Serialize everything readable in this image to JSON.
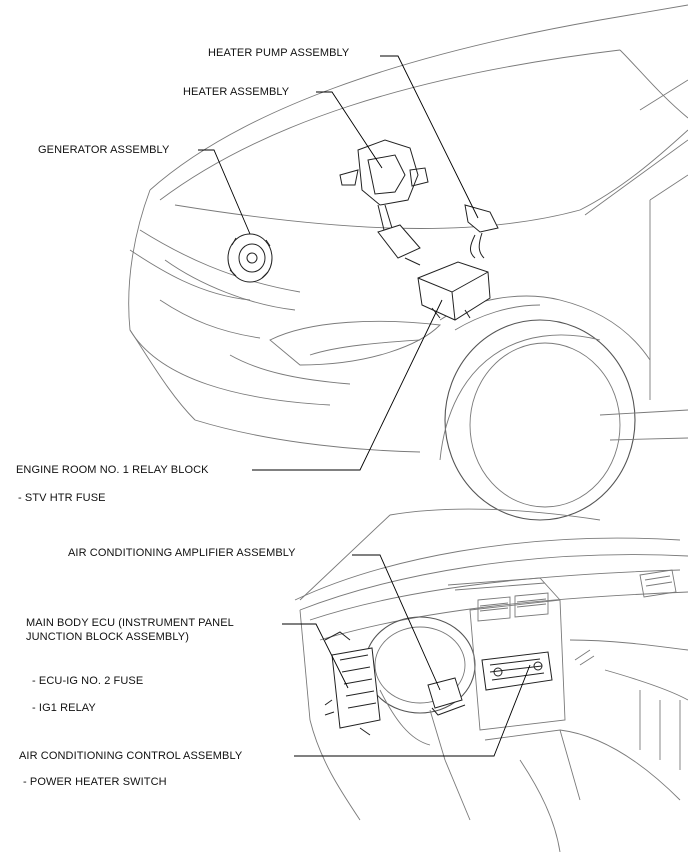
{
  "labels": {
    "heater_pump": "HEATER PUMP ASSEMBLY",
    "heater": "HEATER ASSEMBLY",
    "generator": "GENERATOR ASSEMBLY",
    "engine_relay_block": "ENGINE ROOM NO. 1 RELAY BLOCK",
    "stv_htr_fuse": "- STV HTR FUSE",
    "ac_amplifier": "AIR CONDITIONING AMPLIFIER ASSEMBLY",
    "main_body_ecu": "MAIN BODY ECU (INSTRUMENT PANEL JUNCTION BLOCK ASSEMBLY)",
    "ecu_ig_fuse": "- ECU-IG NO. 2 FUSE",
    "ig1_relay": "- IG1 RELAY",
    "ac_control": "AIR CONDITIONING CONTROL ASSEMBLY",
    "power_heater_switch": "- POWER HEATER SWITCH"
  },
  "illustrations": {
    "top": "vehicle-front-engine-compartment",
    "bottom": "instrument-panel-interior"
  }
}
